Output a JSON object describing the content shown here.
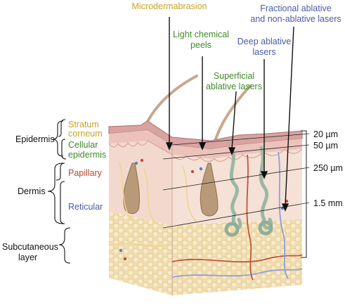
{
  "treatments": {
    "microdermabrasion": "Microdermabrasion",
    "light_peels_1": "Light chemical",
    "light_peels_2": "peels",
    "superficial_1": "Superficial",
    "superficial_2": "ablative lasers",
    "deep_1": "Deep ablative",
    "deep_2": "lasers",
    "fractional_1": "Fractional ablative",
    "fractional_2": "and non-ablative lasers"
  },
  "layers": {
    "epidermis": "Epidermis",
    "stratum_1": "Stratum",
    "stratum_2": "corneum",
    "cellular_1": "Cellular",
    "cellular_2": "epidermis",
    "dermis": "Dermis",
    "papillary": "Papillary",
    "reticular": "Reticular",
    "subcutaneous_1": "Subcutaneous",
    "subcutaneous_2": "layer"
  },
  "depths": {
    "d1": "20 µm",
    "d2": "50 µm",
    "d3": "250 µm",
    "d4": "1.5 mm"
  },
  "colors": {
    "yellow_label": "#c9a227",
    "green_label": "#3f8a2a",
    "blue_label": "#4a5aa8",
    "red_label": "#b5482a"
  }
}
